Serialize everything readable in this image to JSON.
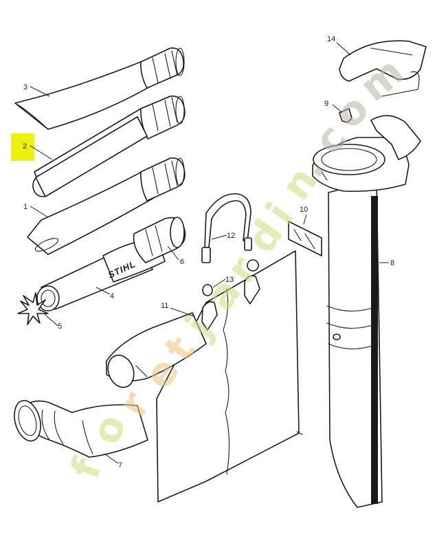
{
  "diagram": {
    "brand_on_tube": "STIHL",
    "highlight_color": "#ecf20c",
    "highlighted_part": "2",
    "watermark": {
      "parts": [
        {
          "text": "f",
          "color": "#c8e07a"
        },
        {
          "text": "o",
          "color": "#c8e07a"
        },
        {
          "text": "r",
          "color": "#f2c27a"
        },
        {
          "text": "e",
          "color": "#f2c27a"
        },
        {
          "text": "t",
          "color": "#f2c27a"
        },
        {
          "text": "j",
          "color": "#c8e07a"
        },
        {
          "text": "a",
          "color": "#c8e07a"
        },
        {
          "text": "r",
          "color": "#c8e07a"
        },
        {
          "text": "d",
          "color": "#c8e07a"
        },
        {
          "text": "i",
          "color": "#c8e07a"
        },
        {
          "text": "n",
          "color": "#c8e07a"
        },
        {
          "text": ".",
          "color": "#bdb3a3"
        },
        {
          "text": "c",
          "color": "#bdb3a3"
        },
        {
          "text": "o",
          "color": "#bdb3a3"
        },
        {
          "text": "m",
          "color": "#bdb3a3"
        }
      ]
    },
    "callouts": [
      {
        "id": "c1",
        "label": "1"
      },
      {
        "id": "c2",
        "label": "2"
      },
      {
        "id": "c3",
        "label": "3"
      },
      {
        "id": "c4",
        "label": "4"
      },
      {
        "id": "c5",
        "label": "5"
      },
      {
        "id": "c6",
        "label": "6"
      },
      {
        "id": "c7",
        "label": "7"
      },
      {
        "id": "c8",
        "label": "8"
      },
      {
        "id": "c9",
        "label": "9"
      },
      {
        "id": "c10",
        "label": "10"
      },
      {
        "id": "c11",
        "label": "11"
      },
      {
        "id": "c12",
        "label": "12"
      },
      {
        "id": "c13",
        "label": "13"
      },
      {
        "id": "c14",
        "label": "14"
      }
    ]
  }
}
